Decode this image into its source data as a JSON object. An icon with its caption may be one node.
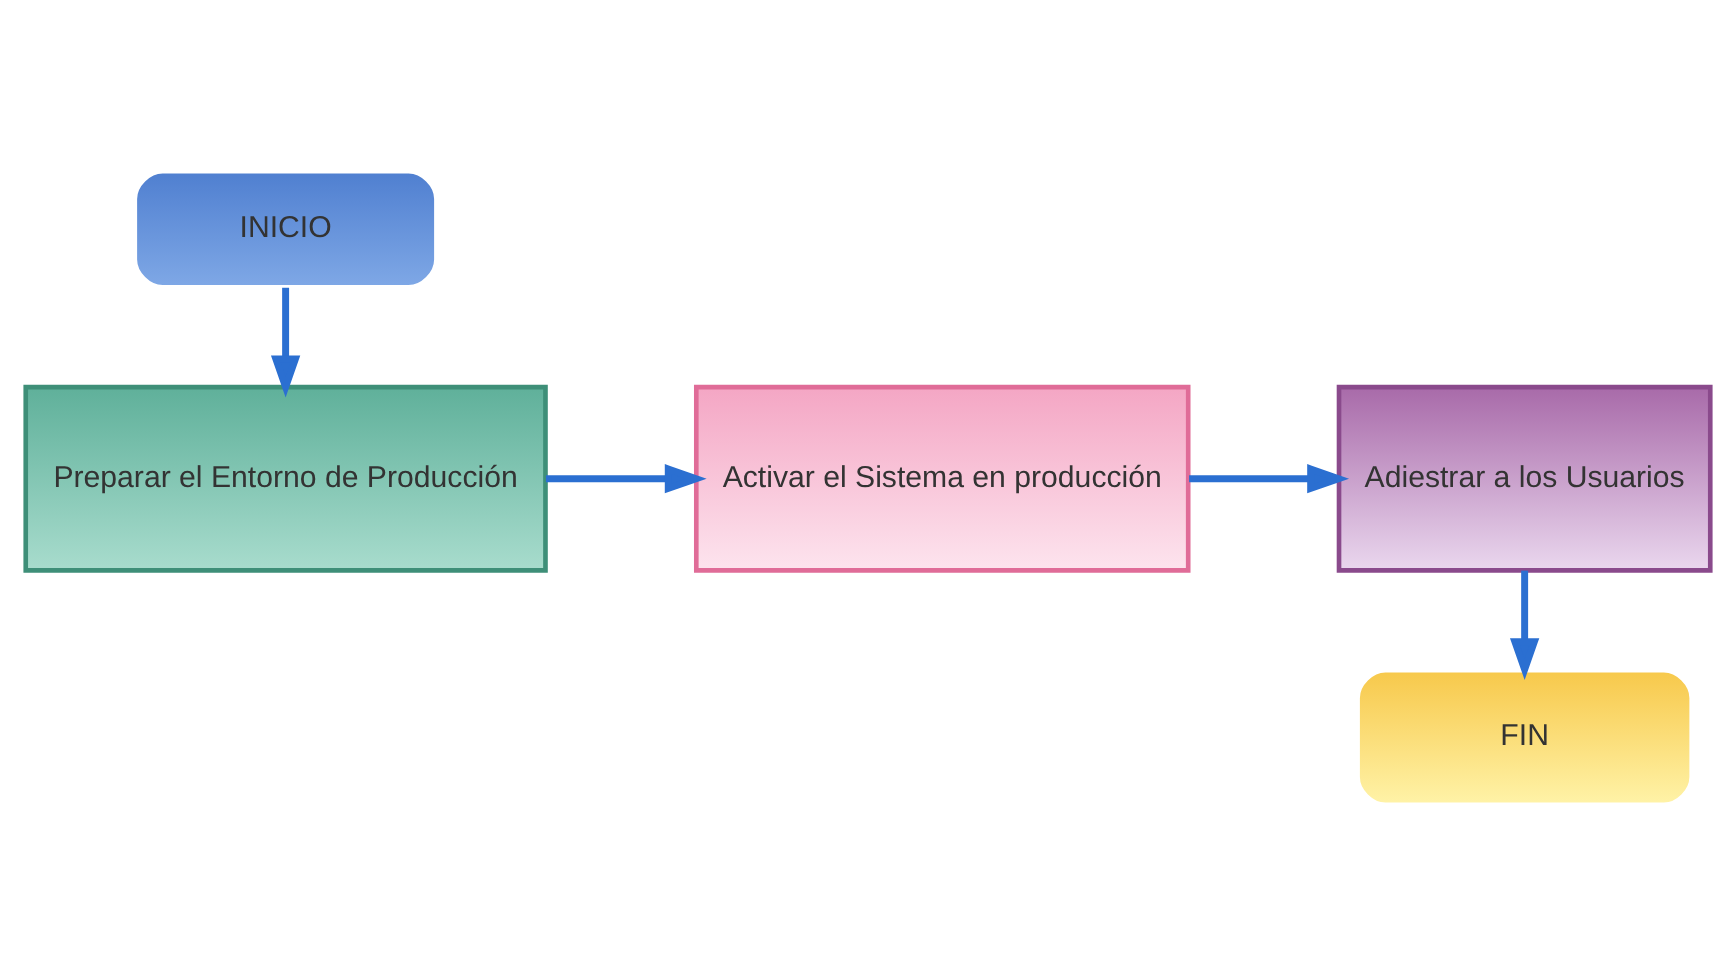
{
  "diagram": {
    "nodes": [
      {
        "text": [
          "INICIO"
        ]
      },
      {
        "text": [
          "Preparar el Entorno de Producción"
        ]
      },
      {
        "text": [
          "Activar el Sistema en producción"
        ]
      },
      {
        "text": [
          "Adiestrar a los Usuarios"
        ]
      },
      {
        "text": [
          "FIN"
        ]
      }
    ],
    "edges": [
      {
        "from": 0,
        "to": 1,
        "arrow": "to"
      },
      {
        "from": 1,
        "to": 2,
        "arrow": "to"
      },
      {
        "from": 2,
        "to": 3,
        "arrow": "to"
      },
      {
        "from": 3,
        "to": 4,
        "arrow": "to"
      }
    ]
  }
}
